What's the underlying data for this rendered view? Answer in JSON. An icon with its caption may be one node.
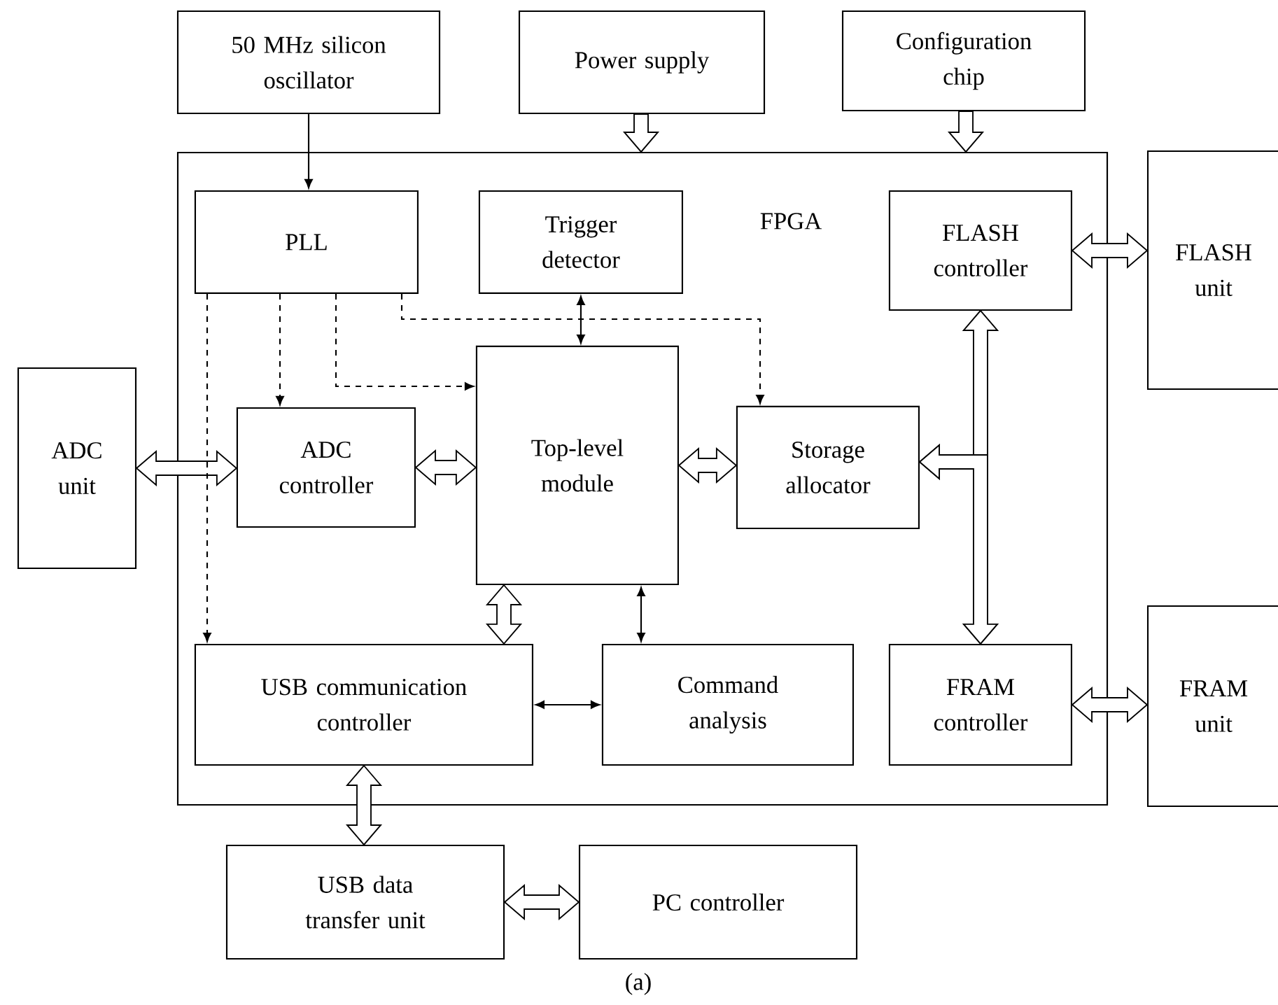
{
  "diagram": {
    "caption": "(a)",
    "nodes": [
      {
        "text": [
          "50 MHz silicon oscillator"
        ]
      },
      {
        "text": [
          "Power supply"
        ]
      },
      {
        "text": [
          "Configuration chip"
        ]
      },
      {
        "text": [
          "FPGA"
        ]
      },
      {
        "text": [
          "PLL"
        ],
        "in": 3
      },
      {
        "text": [
          "Trigger detector"
        ],
        "in": 3
      },
      {
        "text": [
          "FLASH controller"
        ],
        "in": 3
      },
      {
        "text": [
          "FLASH unit"
        ]
      },
      {
        "text": [
          "ADC unit"
        ]
      },
      {
        "text": [
          "ADC controller"
        ],
        "in": 3
      },
      {
        "text": [
          "Top-level module"
        ],
        "in": 3
      },
      {
        "text": [
          "Storage allocator"
        ],
        "in": 3
      },
      {
        "text": [
          "USB communication controller"
        ],
        "in": 3
      },
      {
        "text": [
          "Command analysis"
        ],
        "in": 3
      },
      {
        "text": [
          "FRAM controller"
        ],
        "in": 3
      },
      {
        "text": [
          "FRAM unit"
        ]
      },
      {
        "text": [
          "USB data transfer unit"
        ]
      },
      {
        "text": [
          "PC controller"
        ]
      }
    ],
    "edges": [
      {
        "from": 0,
        "to": 4,
        "arrow": "to"
      },
      {
        "from": 1,
        "to": 3,
        "arrow": "to",
        "style": "thick"
      },
      {
        "from": 2,
        "to": 3,
        "arrow": "to",
        "style": "thick"
      },
      {
        "from": 6,
        "to": 7,
        "arrow": "both",
        "style": "thick"
      },
      {
        "from": 8,
        "to": 9,
        "arrow": "both",
        "style": "thick"
      },
      {
        "from": 9,
        "to": 10,
        "arrow": "both",
        "style": "thick"
      },
      {
        "from": 10,
        "to": 11,
        "arrow": "both",
        "style": "thick"
      },
      {
        "from": 6,
        "to": 14,
        "arrow": "both",
        "style": "thick"
      },
      {
        "from": 6,
        "to": 11,
        "arrow": "both",
        "style": "thick"
      },
      {
        "from": 14,
        "to": 11,
        "arrow": "both",
        "style": "thick"
      },
      {
        "from": 5,
        "to": 10,
        "arrow": "both"
      },
      {
        "from": 10,
        "to": 13,
        "arrow": "both"
      },
      {
        "from": 12,
        "to": 13,
        "arrow": "both"
      },
      {
        "from": 10,
        "to": 12,
        "arrow": "both",
        "style": "thick"
      },
      {
        "from": 4,
        "to": 9,
        "arrow": "to",
        "style": "dashed"
      },
      {
        "from": 4,
        "to": 10,
        "arrow": "to",
        "style": "dashed"
      },
      {
        "from": 4,
        "to": 11,
        "arrow": "to",
        "style": "dashed"
      },
      {
        "from": 4,
        "to": 12,
        "arrow": "to",
        "style": "dashed"
      },
      {
        "from": 12,
        "to": 16,
        "arrow": "both",
        "style": "thick"
      },
      {
        "from": 16,
        "to": 17,
        "arrow": "both",
        "style": "thick"
      },
      {
        "from": 14,
        "to": 15,
        "arrow": "both",
        "style": "thick"
      }
    ]
  }
}
